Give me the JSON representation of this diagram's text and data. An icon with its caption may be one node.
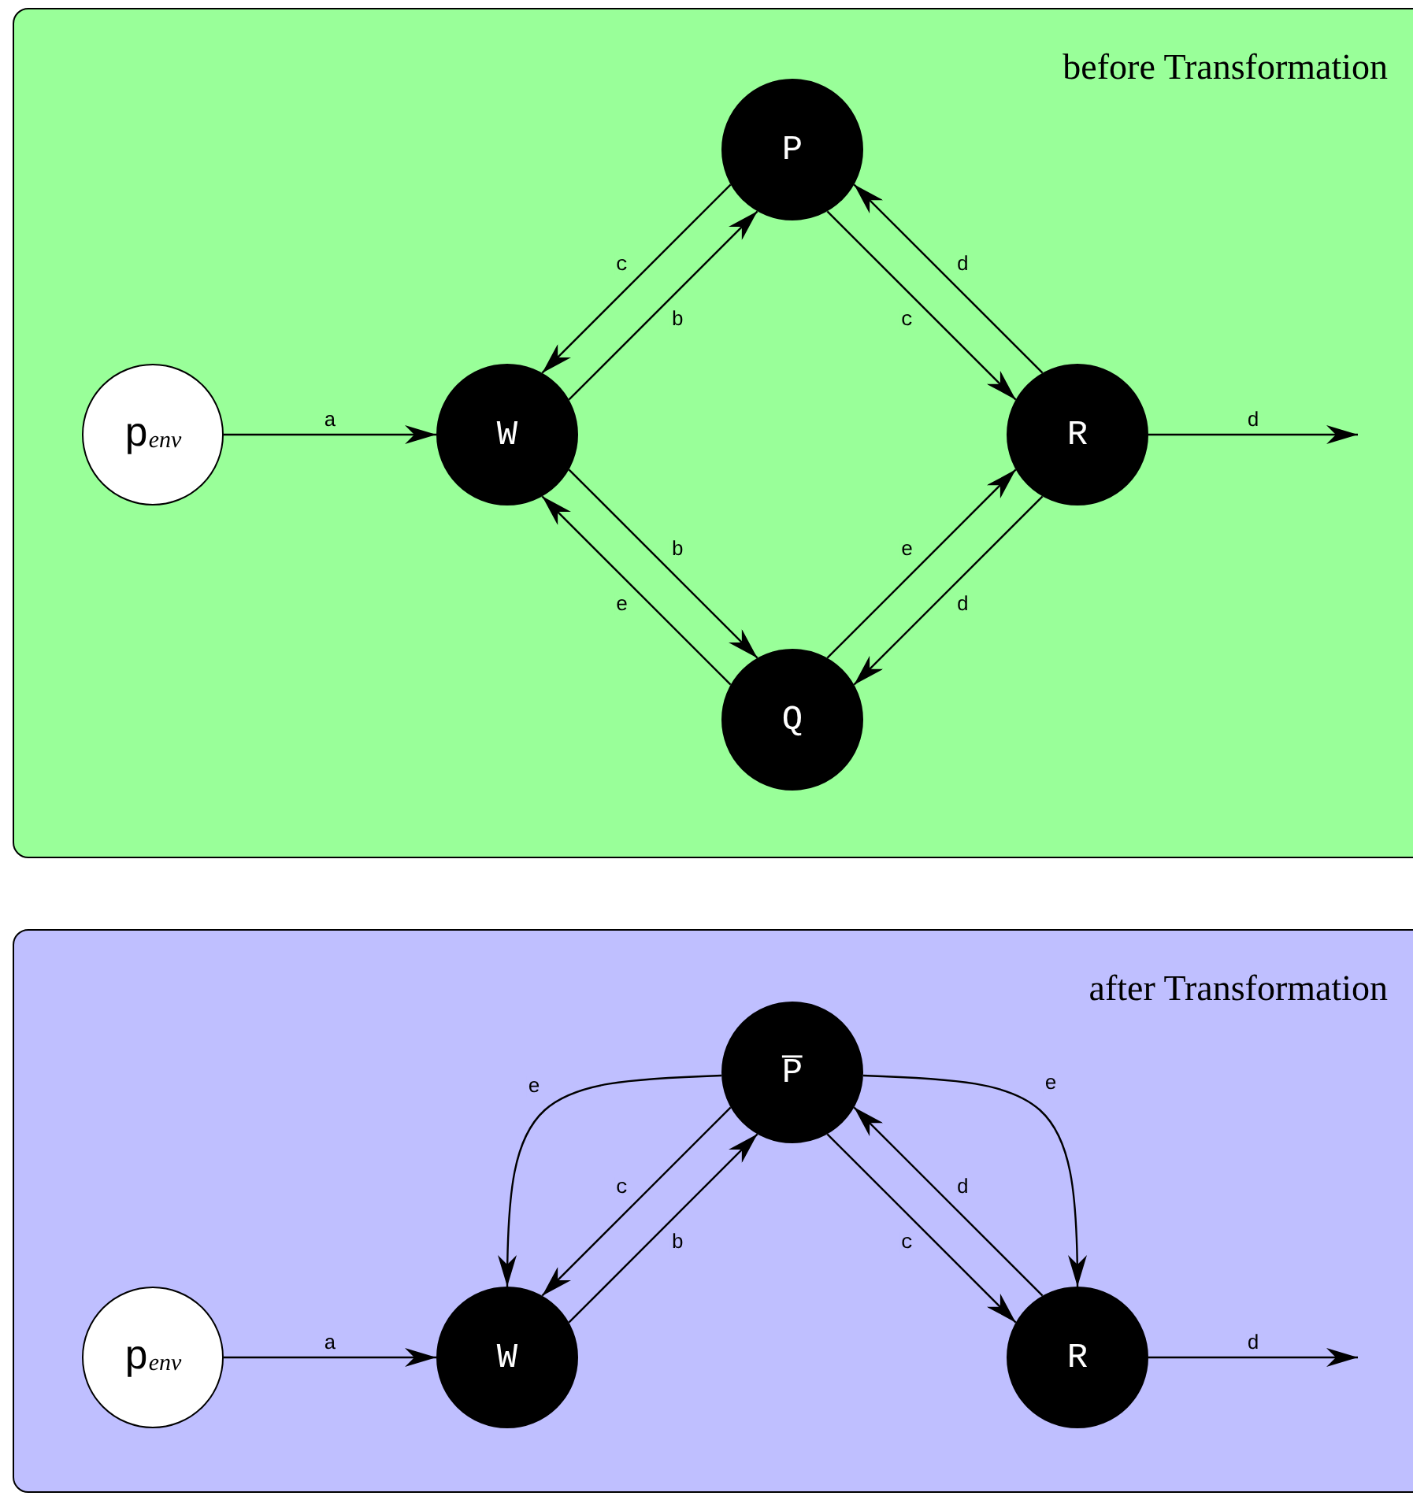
{
  "diagram": {
    "nodes": [
      {
        "text": [
          "before Transformation"
        ]
      },
      {
        "text": [
          "p$_{env}$"
        ],
        "in": 0
      },
      {
        "text": [
          "P"
        ],
        "in": 0
      },
      {
        "text": [
          "W"
        ],
        "in": 0
      },
      {
        "text": [
          "R"
        ],
        "in": 0
      },
      {
        "text": [
          "Q"
        ],
        "in": 0
      },
      {
        "text": [
          "after Transformation"
        ]
      },
      {
        "text": [
          "p$_{env}$"
        ],
        "in": 6
      },
      {
        "text": [
          "P̅"
        ],
        "in": 6
      },
      {
        "text": [
          "W"
        ],
        "in": 6
      },
      {
        "text": [
          "R"
        ],
        "in": 6
      }
    ],
    "edges": [
      {
        "from": 1,
        "to": 3,
        "arrow": "to",
        "label": "a"
      },
      {
        "from": 2,
        "to": 3,
        "arrow": "to",
        "label": "c"
      },
      {
        "from": 3,
        "to": 2,
        "arrow": "to",
        "label": "b"
      },
      {
        "from": 2,
        "to": 4,
        "arrow": "to",
        "label": "c"
      },
      {
        "from": 4,
        "to": 2,
        "arrow": "to",
        "label": "d"
      },
      {
        "from": 3,
        "to": 5,
        "arrow": "to",
        "label": "b"
      },
      {
        "from": 5,
        "to": 3,
        "arrow": "to",
        "label": "e"
      },
      {
        "from": 5,
        "to": 4,
        "arrow": "to",
        "label": "e"
      },
      {
        "from": 4,
        "to": 5,
        "arrow": "to",
        "label": "d"
      },
      {
        "from": 4,
        "to": null,
        "arrow": "to",
        "label": "d"
      },
      {
        "from": 7,
        "to": 9,
        "arrow": "to",
        "label": "a"
      },
      {
        "from": 8,
        "to": 9,
        "arrow": "to",
        "label": "c"
      },
      {
        "from": 9,
        "to": 8,
        "arrow": "to",
        "label": "b"
      },
      {
        "from": 8,
        "to": 10,
        "arrow": "to",
        "label": "c"
      },
      {
        "from": 10,
        "to": 8,
        "arrow": "to",
        "label": "d"
      },
      {
        "from": 8,
        "to": 9,
        "arrow": "to",
        "label": "e"
      },
      {
        "from": 8,
        "to": 10,
        "arrow": "to",
        "label": "e"
      },
      {
        "from": 10,
        "to": null,
        "arrow": "to",
        "label": "d"
      }
    ]
  }
}
